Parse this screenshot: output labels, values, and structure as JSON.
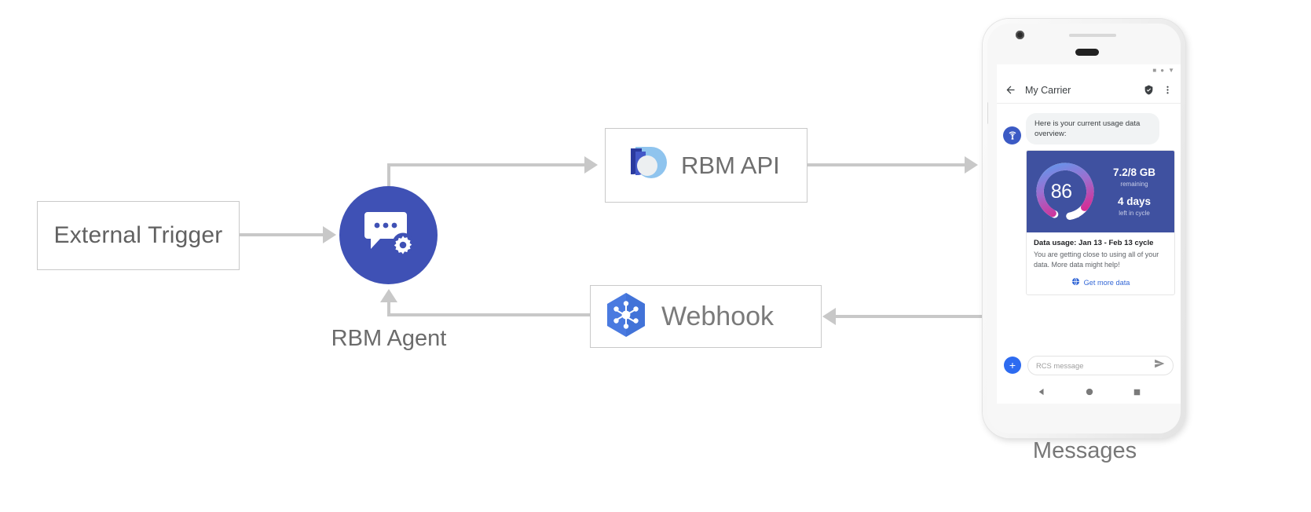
{
  "diagram": {
    "external_trigger": {
      "label": "External Trigger"
    },
    "rbm_agent": {
      "label": "RBM Agent",
      "icon": "chat-gear-icon",
      "color": "#3f51b5"
    },
    "rbm_api": {
      "label": "RBM API",
      "icon": "rbm-api-droplet-icon"
    },
    "webhook": {
      "label": "Webhook",
      "icon": "webhook-hexagon-icon",
      "color": "#4a7ae0"
    },
    "phone_caption": "Messages",
    "connector_color": "#c8c8c8"
  },
  "phone": {
    "status_bar": {
      "icons": [
        "signal-icon",
        "wifi-dot-icon",
        "battery-icon"
      ]
    },
    "app_bar": {
      "back_icon": "back-arrow-icon",
      "title": "My Carrier",
      "verified_icon": "verified-shield-icon",
      "overflow_icon": "overflow-menu-icon"
    },
    "conversation": {
      "avatar_icon": "carrier-signal-icon",
      "message_text": "Here is your current usage data overview:"
    },
    "rich_card": {
      "gauge": {
        "percent": "86",
        "percent_symbol": "%",
        "value": 86,
        "track_color": "#ffffff",
        "gradient_start": "#5b9bf0",
        "gradient_mid": "#9b6fd0",
        "gradient_end": "#e0218a",
        "hero_bg": "#3f51a0"
      },
      "stats": [
        {
          "value": "7.2/8 GB",
          "caption": "remaining"
        },
        {
          "value": "4 days",
          "caption": "left in cycle"
        }
      ],
      "title": "Data usage: Jan 13 - Feb 13 cycle",
      "description": "You are getting close to using all of your data. More data might help!",
      "action": {
        "icon": "globe-icon",
        "label": "Get more data",
        "color": "#3367d6"
      }
    },
    "composer": {
      "plus_icon": "add-attachment-icon",
      "placeholder": "RCS message",
      "value": "",
      "send_icon": "send-icon"
    },
    "nav_bar": {
      "back_icon": "nav-back-triangle-icon",
      "home_icon": "nav-home-circle-icon",
      "recents_icon": "nav-recents-square-icon"
    }
  }
}
